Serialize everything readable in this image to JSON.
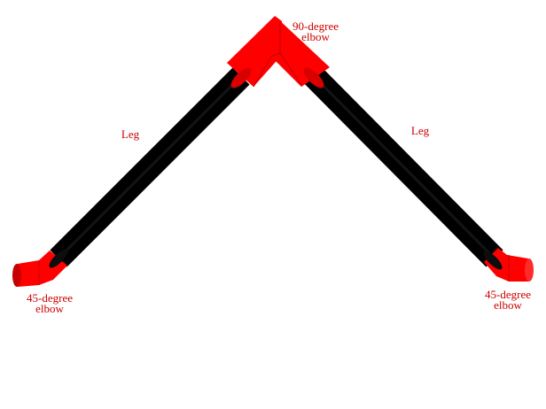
{
  "colors": {
    "elbow": "#ff0000",
    "elbow_dark": "#c40000",
    "leg": "#000000",
    "label": "#cc0000",
    "background": "#ffffff"
  },
  "labels": {
    "top_elbow": {
      "line1": "90-degree",
      "line2": "elbow"
    },
    "left_leg": "Leg",
    "right_leg": "Leg",
    "left_elbow": {
      "line1": "45-degree",
      "line2": "elbow"
    },
    "right_elbow": {
      "line1": "45-degree",
      "line2": "elbow"
    }
  }
}
